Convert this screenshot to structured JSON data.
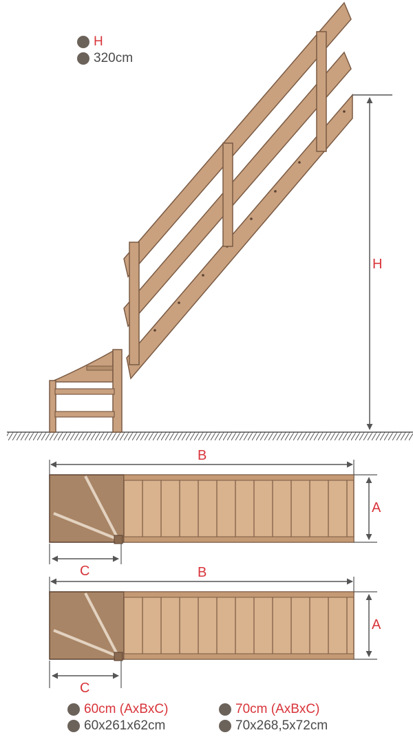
{
  "legend_top": {
    "key": "H",
    "value": "320cm"
  },
  "dimensions": {
    "h": "H",
    "b": "B",
    "a": "A",
    "c": "C"
  },
  "legend_bottom": [
    {
      "label": "60cm (AxBxC)",
      "value": "60x261x62cm"
    },
    {
      "label": "70cm (AxBxC)",
      "value": "70x268,5x72cm"
    }
  ],
  "colors": {
    "wood": "#c9a17f",
    "wood_dark": "#7a5a43",
    "label": "#d8343a",
    "dot": "#6b625a"
  }
}
